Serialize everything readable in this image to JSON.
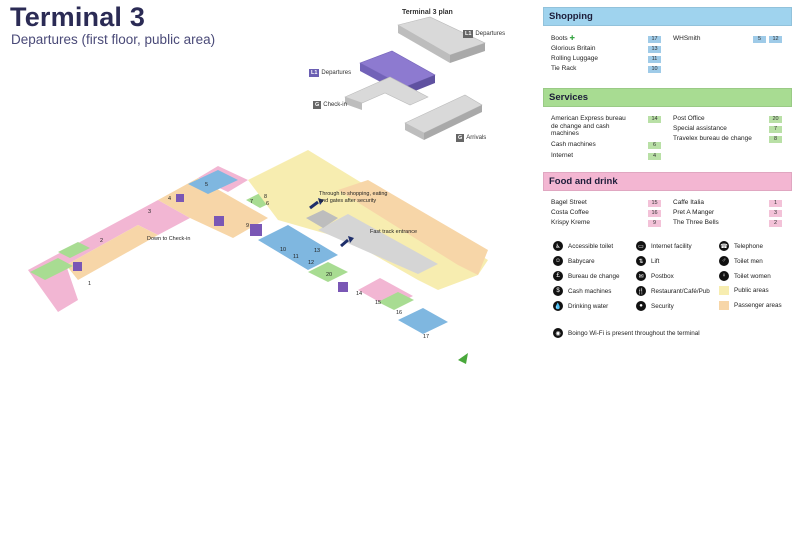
{
  "header": {
    "title": "Terminal 3",
    "subtitle": "Departures (first floor, public area)"
  },
  "plan": {
    "title": "Terminal 3 plan",
    "levels": [
      {
        "code": "L1",
        "label": "Departures",
        "position": "top-right"
      },
      {
        "code": "L1",
        "label": "Departures",
        "position": "left",
        "highlighted": true
      },
      {
        "code": "G",
        "label": "Check-in"
      },
      {
        "code": "G",
        "label": "Arrivals"
      }
    ]
  },
  "map": {
    "labels": {
      "shopping_through": "Through to shopping, eating and gates after security",
      "fast_track": "Fast track entrance",
      "down_checkin": "Down to Check-in"
    },
    "unit_numbers": [
      "1",
      "2",
      "3",
      "4",
      "5",
      "6",
      "7",
      "8",
      "9",
      "10",
      "11",
      "12",
      "13",
      "14",
      "15",
      "16",
      "17",
      "20"
    ]
  },
  "shopping": {
    "title": "Shopping",
    "items": [
      {
        "name": "Boots",
        "units": [
          "17"
        ]
      },
      {
        "name": "Glorious Britain",
        "units": [
          "13"
        ]
      },
      {
        "name": "Rolling Luggage",
        "units": [
          "11"
        ]
      },
      {
        "name": "Tie Rack",
        "units": [
          "10"
        ]
      },
      {
        "name": "WHSmith",
        "units": [
          "5",
          "12"
        ]
      }
    ]
  },
  "services": {
    "title": "Services",
    "items": [
      {
        "name": "American Express bureau de change and cash machines",
        "units": [
          "14"
        ]
      },
      {
        "name": "Cash machines",
        "units": [
          "6"
        ]
      },
      {
        "name": "Internet",
        "units": [
          "4"
        ]
      },
      {
        "name": "Post Office",
        "units": [
          "20"
        ]
      },
      {
        "name": "Special assistance",
        "units": [
          "7"
        ]
      },
      {
        "name": "Travelex bureau de change",
        "units": [
          "8"
        ]
      }
    ]
  },
  "food": {
    "title": "Food and drink",
    "items": [
      {
        "name": "Bagel Street",
        "units": [
          "15"
        ]
      },
      {
        "name": "Costa Coffee",
        "units": [
          "16"
        ]
      },
      {
        "name": "Krispy Kreme",
        "units": [
          "9"
        ]
      },
      {
        "name": "Caffe Italia",
        "units": [
          "1"
        ]
      },
      {
        "name": "Pret A Manger",
        "units": [
          "3"
        ]
      },
      {
        "name": "The Three Bells",
        "units": [
          "2"
        ]
      }
    ]
  },
  "legend": {
    "items": [
      {
        "label": "Accessible toilet",
        "icon": "wheelchair-icon"
      },
      {
        "label": "Babycare",
        "icon": "baby-icon"
      },
      {
        "label": "Bureau de change",
        "icon": "currency-icon"
      },
      {
        "label": "Cash machines",
        "icon": "cash-machine-icon"
      },
      {
        "label": "Drinking water",
        "icon": "water-icon"
      },
      {
        "label": "Internet facility",
        "icon": "computer-icon"
      },
      {
        "label": "Lift",
        "icon": "lift-icon"
      },
      {
        "label": "Postbox",
        "icon": "postbox-icon"
      },
      {
        "label": "Restaurant/Café/Pub",
        "icon": "restaurant-icon"
      },
      {
        "label": "Security",
        "icon": "security-icon"
      },
      {
        "label": "Telephone",
        "icon": "telephone-icon"
      },
      {
        "label": "Toilet men",
        "icon": "toilet-men-icon"
      },
      {
        "label": "Toilet women",
        "icon": "toilet-women-icon"
      },
      {
        "label": "Public areas",
        "swatch": "#f7edb0"
      },
      {
        "label": "Passenger areas",
        "swatch": "#f7d6a8"
      }
    ],
    "wifi_note": "Boingo Wi-Fi is present throughout the terminal"
  },
  "colors": {
    "shopping_header": "#9fd3ee",
    "services_header": "#a8dc92",
    "food_header": "#f3b6d2",
    "shopping_badge": "#9fcbe8",
    "services_badge": "#b9e0a6",
    "food_badge": "#f3c2d8",
    "public_area": "#f7edb0",
    "passenger_area": "#f7d6a8",
    "level_highlight": "#8d7ad0"
  }
}
